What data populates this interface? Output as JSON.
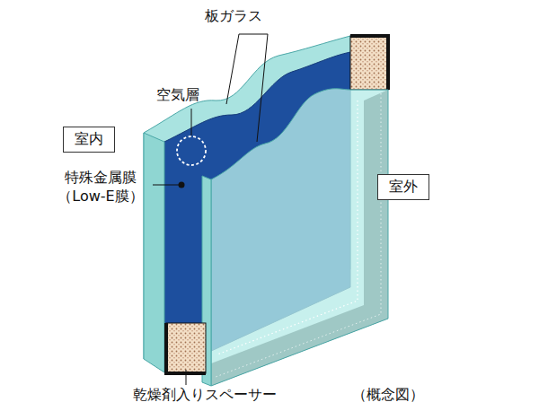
{
  "diagram": {
    "caption": "（概念図）",
    "nodes": [
      {
        "text": [
          "室内"
        ]
      },
      {
        "text": [
          "室外"
        ]
      }
    ],
    "labels": [
      "板ガラス",
      "空気層",
      "特殊金属膜 （Low-E膜）",
      "乾燥剤入りスペーサー"
    ]
  }
}
